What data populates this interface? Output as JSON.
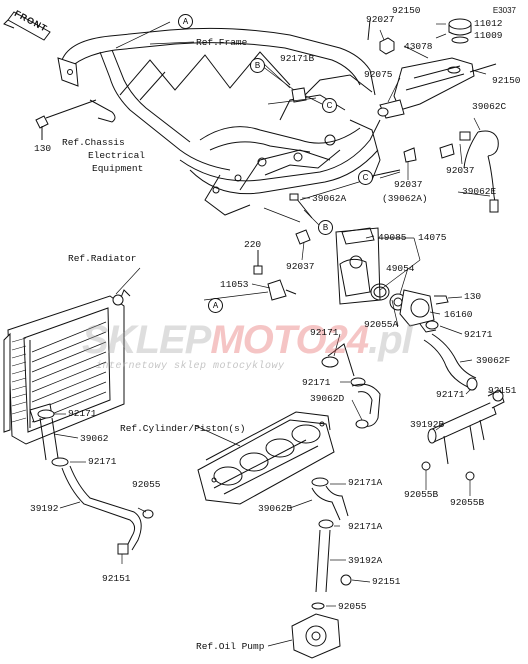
{
  "diagram": {
    "code": "E3037",
    "front_label": "FRONT",
    "watermark": {
      "brand_a": "SKLEP",
      "brand_b": "MOTO",
      "brand_c": "24",
      "brand_d": ".pl",
      "tagline": "internetowy sklep motocyklowy"
    },
    "callouts": [
      "A",
      "B",
      "C",
      "C",
      "B",
      "A"
    ],
    "references": {
      "frame": "Ref.Frame",
      "chassis_1": "Ref.Chassis",
      "chassis_2": "Electrical",
      "chassis_3": "Equipment",
      "radiator": "Ref.Radiator",
      "cylinder": "Ref.Cylinder/Piston(s)",
      "oil_pump": "Ref.Oil Pump"
    },
    "parts": {
      "p92150a": "92150",
      "p92027": "92027",
      "p11012": "11012",
      "p11009": "11009",
      "p43078": "43078",
      "p92171b": "92171B",
      "p92075": "92075",
      "p92150b": "92150",
      "p39062c": "39062C",
      "p130a": "130",
      "p92037a": "92037",
      "p92037b": "92037",
      "p39062a_par": "(39062A)",
      "p39062e": "39062E",
      "p39062a": "39062A",
      "p220": "220",
      "p49085": "49085",
      "p14075": "14075",
      "p92037c": "92037",
      "p11053": "11053",
      "p49054": "49054",
      "p130b": "130",
      "p16160": "16160",
      "p92055a": "92055A",
      "p92171a": "92171",
      "p92171b2": "92171",
      "p39062f": "39062F",
      "p92171c": "92171",
      "p39062d": "39062D",
      "p92171d": "92171",
      "p92151a": "92151",
      "p39192b": "39192B",
      "p92171e": "92171",
      "p39062": "39062",
      "p92171f": "92171",
      "p92171g": "92171A",
      "p92055b1": "92055B",
      "p92055b2": "92055B",
      "p39062b": "39062B",
      "p92171h": "92171A",
      "p92055": "92055",
      "p39192": "39192",
      "p39192a": "39192A",
      "p92151b": "92151",
      "p92151c": "92151",
      "p92055c": "92055"
    }
  }
}
